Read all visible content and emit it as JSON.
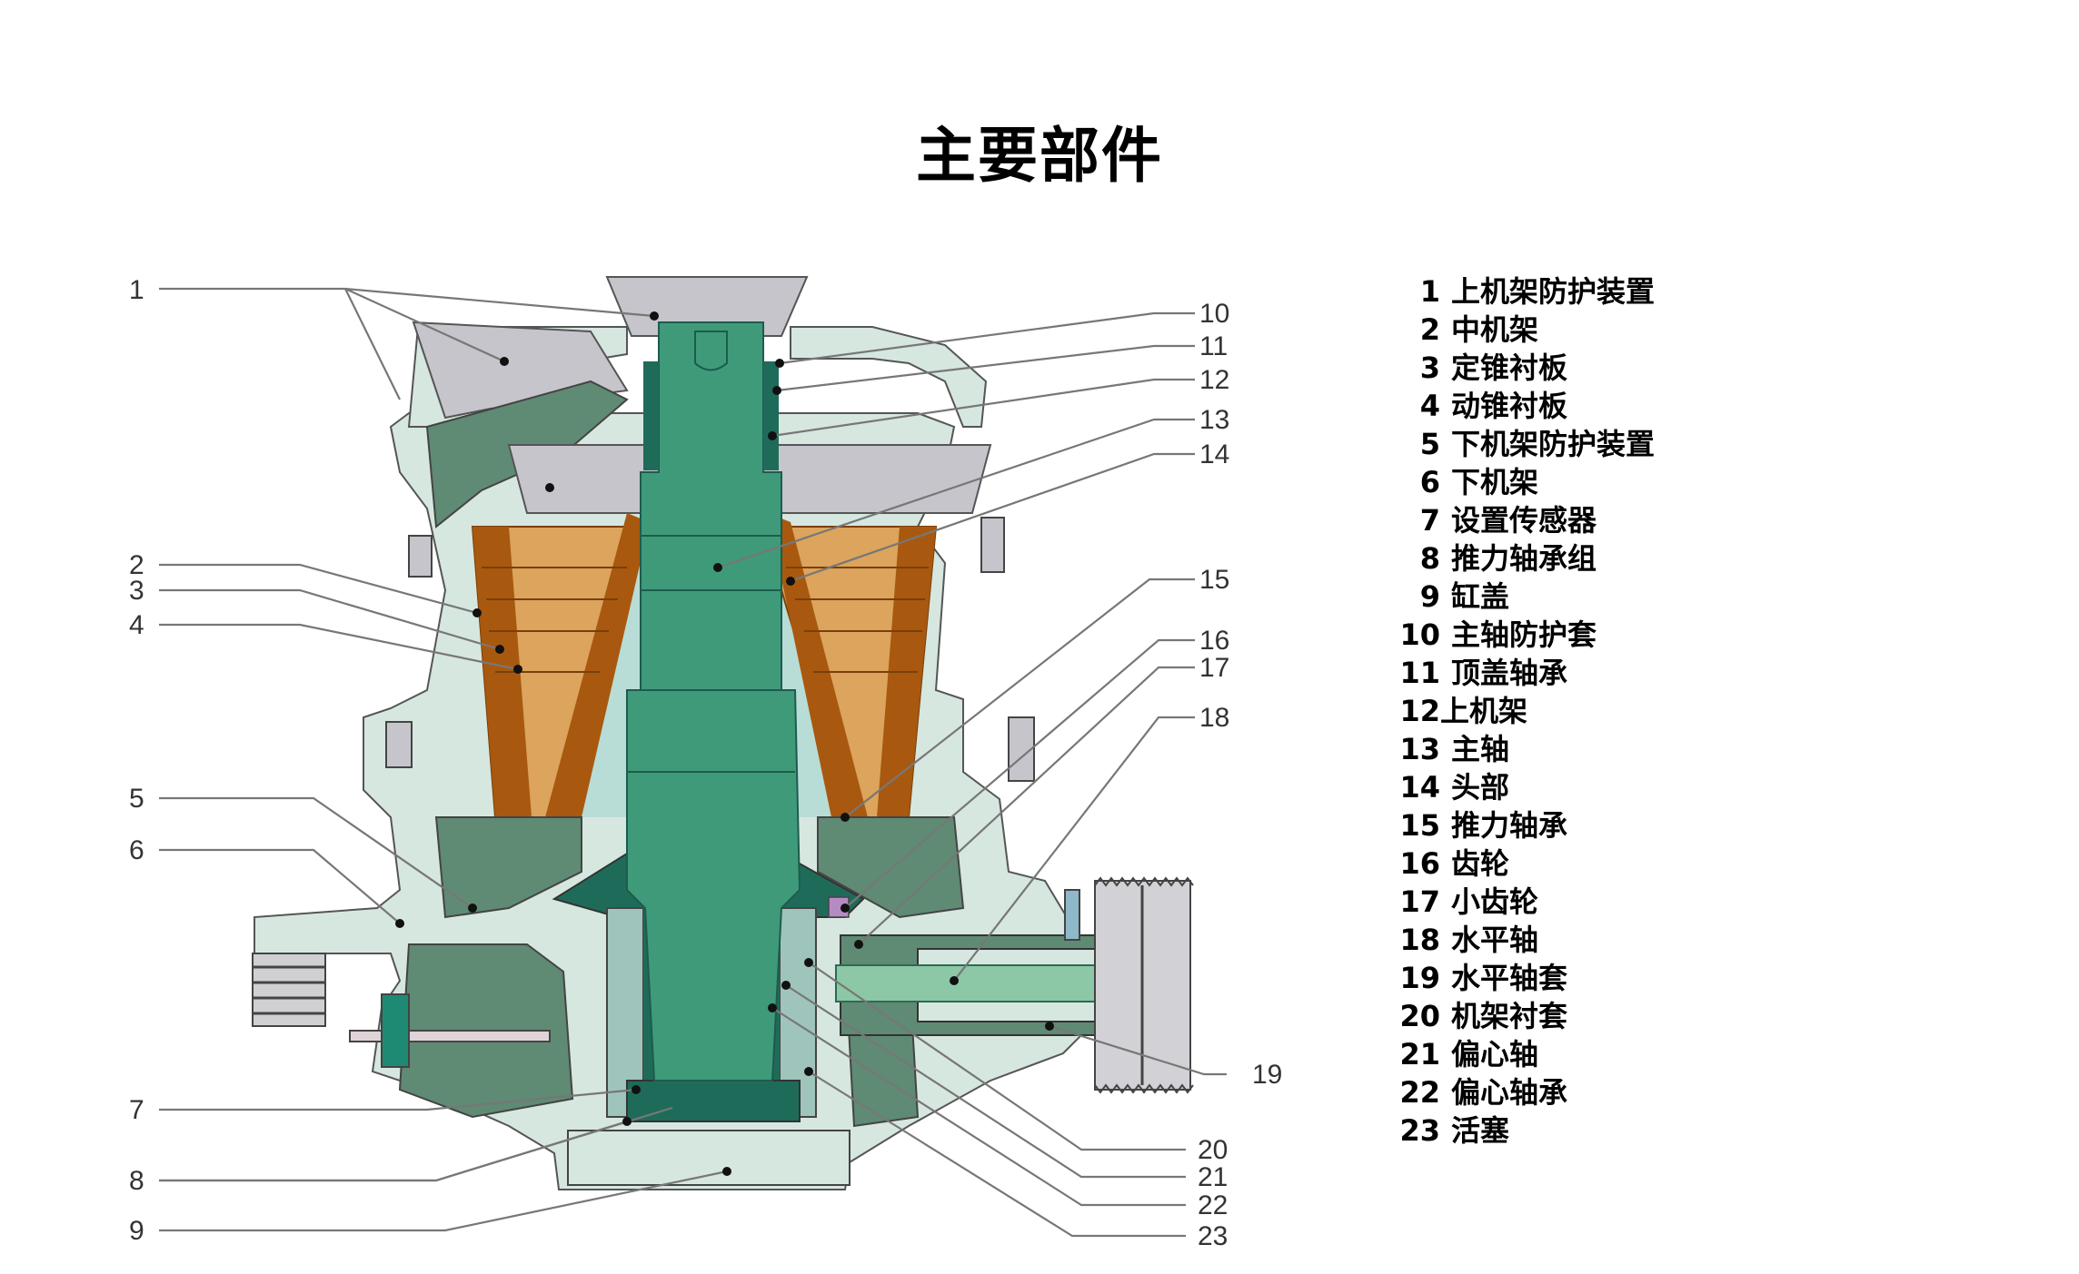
{
  "title": "主要部件",
  "colors": {
    "shaft_green": "#3f9a7a",
    "dark_teal": "#1f6b5a",
    "frame_light": "#d6e7e0",
    "cavity_light_blue": "#b8ddd6",
    "steel_grey": "#c5c5cb",
    "liner_dark_brown": "#a8590f",
    "liner_tan": "#dca45c",
    "casting_dark_green": "#5f8a74"
  },
  "callouts": [
    {
      "num": "1"
    },
    {
      "num": "2"
    },
    {
      "num": "3"
    },
    {
      "num": "4"
    },
    {
      "num": "5"
    },
    {
      "num": "6"
    },
    {
      "num": "7"
    },
    {
      "num": "8"
    },
    {
      "num": "9"
    },
    {
      "num": "10"
    },
    {
      "num": "11"
    },
    {
      "num": "12"
    },
    {
      "num": "13"
    },
    {
      "num": "14"
    },
    {
      "num": "15"
    },
    {
      "num": "16"
    },
    {
      "num": "17"
    },
    {
      "num": "18"
    },
    {
      "num": "19"
    },
    {
      "num": "20"
    },
    {
      "num": "21"
    },
    {
      "num": "22"
    },
    {
      "num": "23"
    }
  ],
  "legend": [
    {
      "num": "1",
      "label": "上机架防护装置"
    },
    {
      "num": "2",
      "label": "中机架"
    },
    {
      "num": "3",
      "label": "定锥衬板"
    },
    {
      "num": "4",
      "label": "动锥衬板"
    },
    {
      "num": "5",
      "label": "下机架防护装置"
    },
    {
      "num": "6",
      "label": "下机架"
    },
    {
      "num": "7",
      "label": "设置传感器"
    },
    {
      "num": "8",
      "label": "推力轴承组"
    },
    {
      "num": "9",
      "label": "缸盖"
    },
    {
      "num": "10",
      "label": "主轴防护套"
    },
    {
      "num": "11",
      "label": "顶盖轴承"
    },
    {
      "num": "12",
      "label": "上机架"
    },
    {
      "num": "13",
      "label": "主轴"
    },
    {
      "num": "14",
      "label": "头部"
    },
    {
      "num": "15",
      "label": "推力轴承"
    },
    {
      "num": "16",
      "label": "齿轮"
    },
    {
      "num": "17",
      "label": "小齿轮"
    },
    {
      "num": "18",
      "label": "水平轴"
    },
    {
      "num": "19",
      "label": "水平轴套"
    },
    {
      "num": "20",
      "label": "机架衬套"
    },
    {
      "num": "21",
      "label": "偏心轴"
    },
    {
      "num": "22",
      "label": "偏心轴承"
    },
    {
      "num": "23",
      "label": "活塞"
    }
  ]
}
